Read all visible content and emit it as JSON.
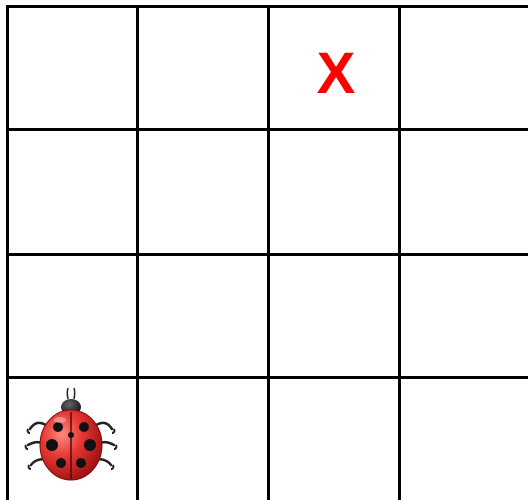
{
  "game": {
    "grid": {
      "rows": 4,
      "columns": 4,
      "line_color": "#000000",
      "background_color": "#ffffff"
    },
    "target": {
      "label": "X",
      "row": 1,
      "column": 3,
      "color": "#ff0000"
    },
    "player": {
      "icon": "ladybug-icon",
      "row": 4,
      "column": 1
    }
  }
}
